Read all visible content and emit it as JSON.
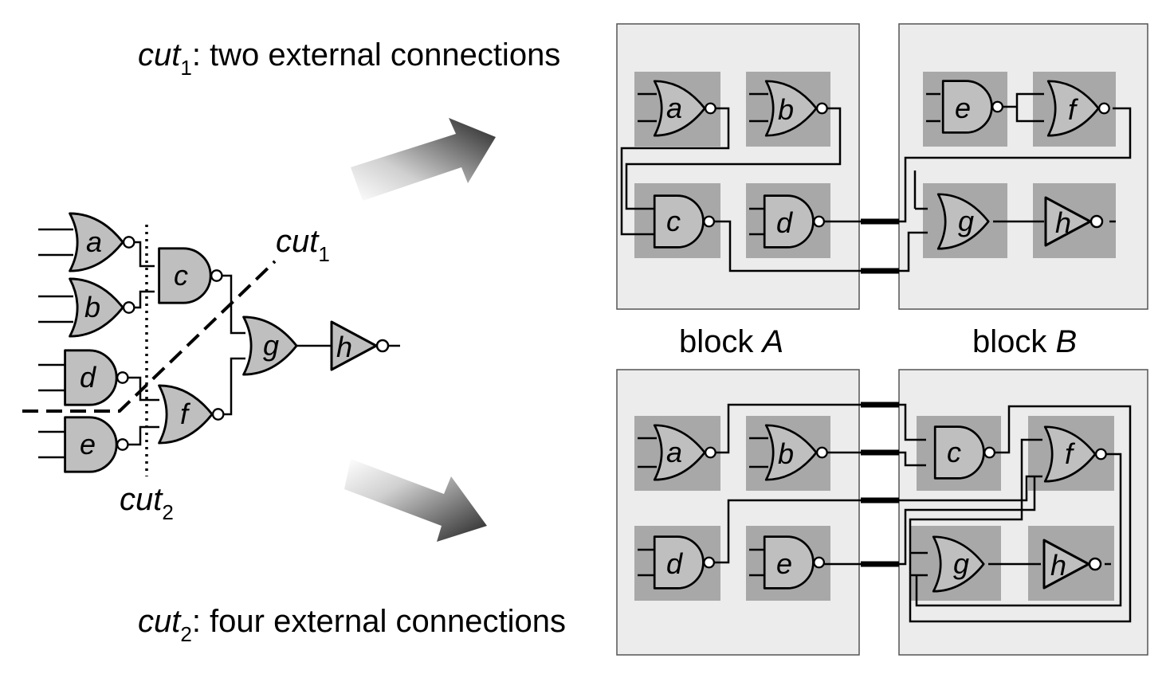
{
  "captions": {
    "cut1_prefix": "cut",
    "cut1_sub": "1",
    "cut1_text": ": two external connections",
    "cut2_prefix": "cut",
    "cut2_sub": "2",
    "cut2_text": ": four external connections"
  },
  "cut_labels": {
    "cut1": {
      "base": "cut",
      "sub": "1"
    },
    "cut2": {
      "base": "cut",
      "sub": "2"
    }
  },
  "block_labels": {
    "a_word": "block",
    "a_letter": "A",
    "b_word": "block",
    "b_letter": "B"
  },
  "gates": {
    "a": "a",
    "b": "b",
    "c": "c",
    "d": "d",
    "e": "e",
    "f": "f",
    "g": "g",
    "h": "h"
  },
  "colors": {
    "gate_fill": "#bfbfbf",
    "block_fill": "#ececec",
    "cell_fill": "#a8a8a8"
  }
}
